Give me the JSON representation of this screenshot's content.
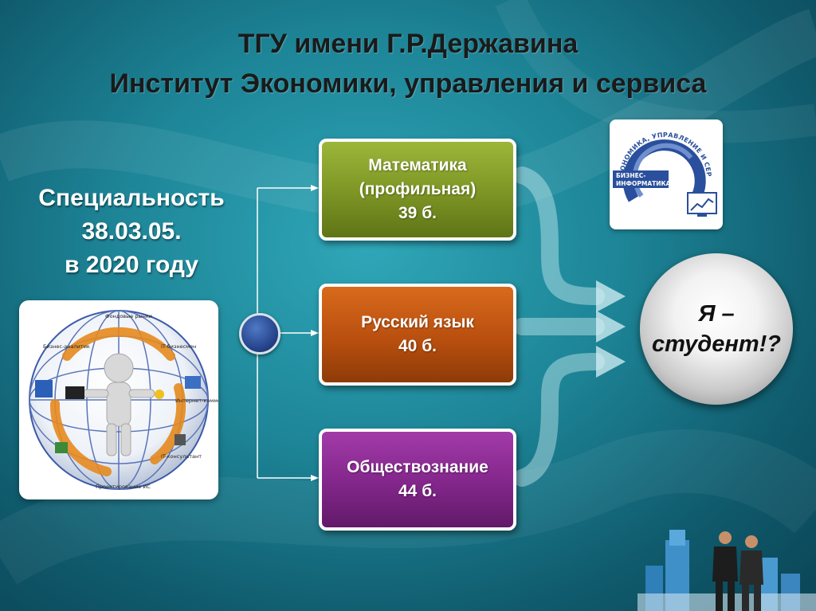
{
  "title": {
    "line1": "ТГУ имени Г.Р.Державина",
    "line2": "Институт Экономики, управления и сервиса"
  },
  "specialty": {
    "line1": "Специальность",
    "line2": "38.03.05.",
    "line3": "в 2020 году"
  },
  "subjects": [
    {
      "name_line1": "Математика",
      "name_line2": "(профильная)",
      "score": "39 б.",
      "color": "#7c9424"
    },
    {
      "name_line1": "Русский язык",
      "score": "40 б.",
      "color": "#b94f0f"
    },
    {
      "name_line1": "Обществознание",
      "score": "44 б.",
      "color": "#82268a"
    }
  ],
  "result": {
    "line1": "Я –",
    "line2": "студент!?"
  },
  "logo": {
    "arc_text": "ЭКОНОМИКА, УПРАВЛЕНИЕ И СЕРВИС",
    "label1": "БИЗНЕС-",
    "label2": "ИНФОРМАТИКА",
    "color": "#2a4f9c"
  },
  "globe_labels": [
    "Фондовые рынки",
    "Бизнес-аналитик",
    "IT-бизнесмен",
    "Интернет-коммерция",
    "IT-консультант",
    "Проектирование ИС"
  ],
  "colors": {
    "background": "#1d8597",
    "connector": "#ffffff",
    "node": "#27468e"
  }
}
